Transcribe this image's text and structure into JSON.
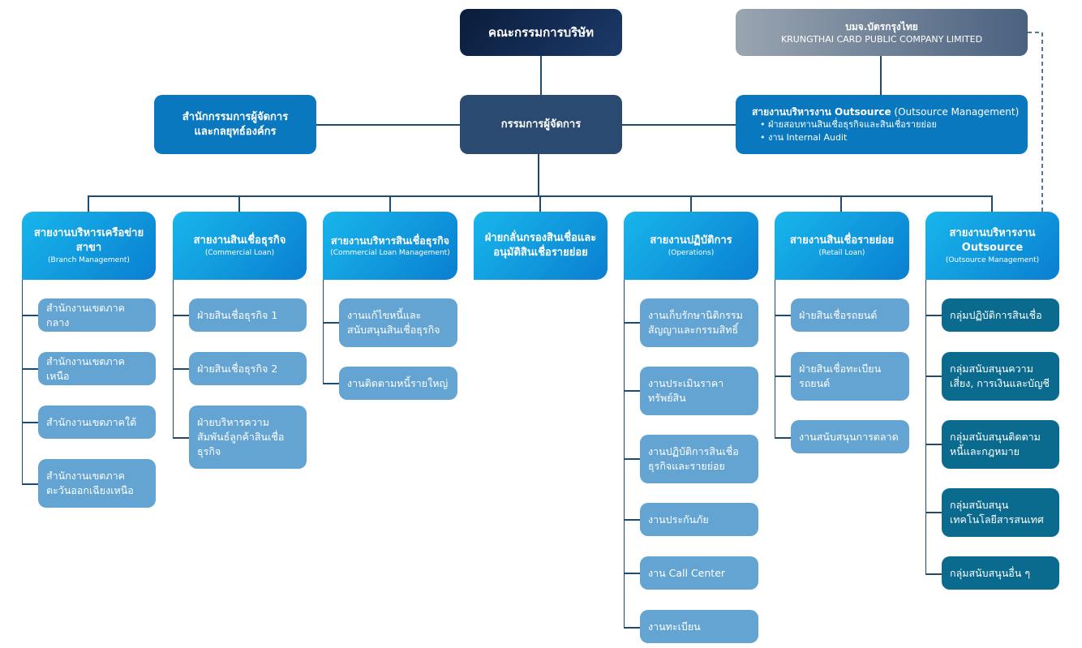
{
  "board": "คณะกรรมการบริษัท",
  "ceo": "กรรมการผู้จัดการ",
  "office": {
    "line1": "สำนักกรรมการผู้จัดการ",
    "line2": "และกลยุทธ์องค์กร"
  },
  "company": {
    "thai": "บมจ.บัตรกรุงไทย",
    "english": "KRUNGTHAI CARD PUBLIC COMPANY LIMITED"
  },
  "outsource_top": {
    "title_bold": "สายงานบริหารงาน Outsource",
    "title_rest": " (Outsource Management)",
    "items": [
      "ฝ่ายสอบทานสินเชื่อธุรกิจและสินเชื่อรายย่อย",
      "งาน Internal Audit"
    ]
  },
  "columns": [
    {
      "title": "สายงานบริหารเครือข่ายสาขา",
      "english": "(Branch Management)",
      "children": [
        "สำนักงานเขตภาคกลาง",
        "สำนักงานเขตภาคเหนือ",
        "สำนักงานเขตภาคใต้",
        "สำนักงานเขตภาคตะวันออกเฉียงเหนือ"
      ]
    },
    {
      "title": "สายงานสินเชื่อธุรกิจ",
      "english": "(Commercial Loan)",
      "children": [
        "ฝ่ายสินเชื่อธุรกิจ 1",
        "ฝ่ายสินเชื่อธุรกิจ 2",
        "ฝ่ายบริหารความสัมพันธ์ลูกค้าสินเชื่อธุรกิจ"
      ]
    },
    {
      "title": "สายงานบริหารสินเชื่อธุรกิจ",
      "english": "(Commercial Loan Management)",
      "children": [
        "งานแก้ไขหนี้และสนับสนุนสินเชื่อธุรกิจ",
        "งานติดตามหนี้รายใหญ่"
      ]
    },
    {
      "title": "ฝ่ายกลั่นกรองสินเชื่อและอนุมัติสินเชื่อรายย่อย",
      "english": "",
      "children": []
    },
    {
      "title": "สายงานปฏิบัติการ",
      "english": "(Operations)",
      "children": [
        "งานเก็บรักษานิติกรรมสัญญาและกรรมสิทธิ์",
        "งานประเมินราคาทรัพย์สิน",
        "งานปฏิบัติการสินเชื่อธุรกิจและรายย่อย",
        "งานประกันภัย",
        "งาน Call Center",
        "งานทะเบียน"
      ]
    },
    {
      "title": "สายงานสินเชื่อรายย่อย",
      "english": "(Retail Loan)",
      "children": [
        "ฝ่ายสินเชื่อรถยนต์",
        "ฝ่ายสินเชื่อทะเบียนรถยนต์",
        "งานสนับสนุนการตลาด"
      ]
    },
    {
      "title": "สายงานบริหารงาน Outsource",
      "english": "(Outsource Management)",
      "children": [
        "กลุ่มปฏิบัติการสินเชื่อ",
        "กลุ่มสนับสนุนความเสี่ยง, การเงินและบัญชี",
        "กลุ่มสนับสนุนติดตามหนี้และกฎหมาย",
        "กลุ่มสนับสนุนเทคโนโลยีสารสนเทศ",
        "กลุ่มสนับสนุนอื่น ๆ"
      ]
    }
  ],
  "colors": {
    "line": "#1e4b6e",
    "header": "#0a7fd0",
    "child": "#64a4d3",
    "teal": "#0a6b8f"
  }
}
